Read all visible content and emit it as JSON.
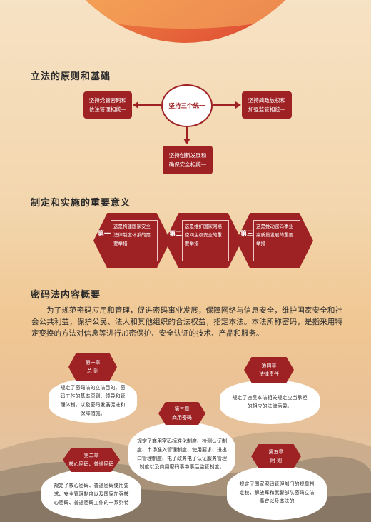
{
  "sections": {
    "principles": "立法的原则和基础",
    "significance": "制定和实施的重要意义",
    "overview": "密码法内容概要"
  },
  "principles": {
    "center": "坚持三个统一",
    "left": "坚持党管密码和依法管理相统一",
    "right": "坚持简政放权和加强监管相统一",
    "bottom": "坚持创新发展和确保安全相统一"
  },
  "significance": [
    {
      "label": "第一",
      "text": "这是构建国家安全法律制度体系的需要举措"
    },
    {
      "label": "第二",
      "text": "这是维护国家网络空间主权安全的重要举措"
    },
    {
      "label": "第三",
      "text": "这是推动密码事业高质量发展的重要举措"
    }
  ],
  "intro": "为了规范密码应用和管理，促进密码事业发展，保障网络与信息安全，维护国家安全和社会公共利益，保护公民、法人和其他组织的合法权益，指定本法。本法所称密码，是指采用特定变换的方法对信息等进行加密保护、安全认证的技术、产品和服务。",
  "chapters": [
    {
      "num": "第一章",
      "title": "总 则",
      "text": "规定了密码法的立法目的、密码工作的基本原则、领导和管理体制，以及密码发展促进和保障措施。"
    },
    {
      "num": "第四章",
      "title": "法律责任",
      "text": "规定了违反本法相关规定应当承担的相应的法律后果。"
    },
    {
      "num": "第三章",
      "title": "商用密码",
      "text": "规定了商用密码标准化制度、检测认证制度、市场准入管理制度、使用要求、进出口管理制度、电子政务电子认证服务管理制度以及商用密码事中事后监管制度。"
    },
    {
      "num": "第二章",
      "title": "核心密码、普通密码",
      "text": "规定了核心密码、普通密码使用要求、安全管理制度以及国家加强核心密码、普通密码工作的一系列特"
    },
    {
      "num": "第五章",
      "title": "附 则",
      "text": "规定了国家密码管理部门的规章制定权，解放军和武警部队密码立法事宜以及本法的"
    }
  ],
  "colors": {
    "accent": "#9e2224",
    "bg": "#f3d6ad"
  }
}
